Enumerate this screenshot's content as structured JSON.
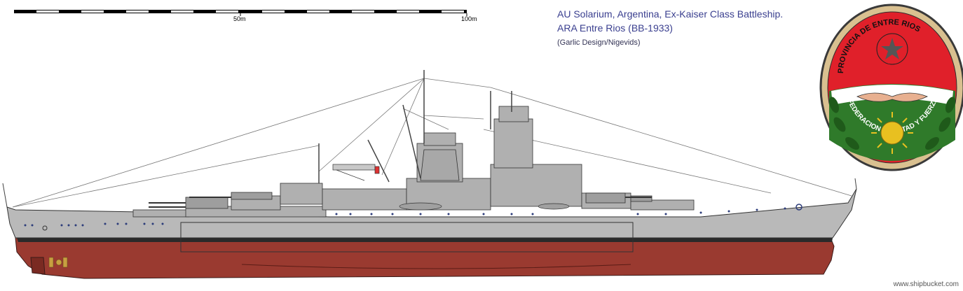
{
  "scale_bar": {
    "mid_label": "50m",
    "end_label": "100m"
  },
  "title": {
    "line1": "AU Solarium, Argentina, Ex-Kaiser Class Battleship.",
    "line2": "ARA Entre Rios (BB-1933)",
    "line3": "(Garlic Design/Nigevids)"
  },
  "emblem": {
    "top_text": "PROVINCIA DE ENTRE RIOS",
    "bottom_text": "FEDERACION LIBERTAD Y FUERZA"
  },
  "colors": {
    "hull_upper": "#b8b8b8",
    "hull_lower": "#9a3a30",
    "boot_top": "#2a2a2a",
    "emblem_red": "#e0202a",
    "emblem_green": "#2f7a2a",
    "emblem_gold": "#e8c020"
  },
  "credit": "www.shipbucket.com"
}
